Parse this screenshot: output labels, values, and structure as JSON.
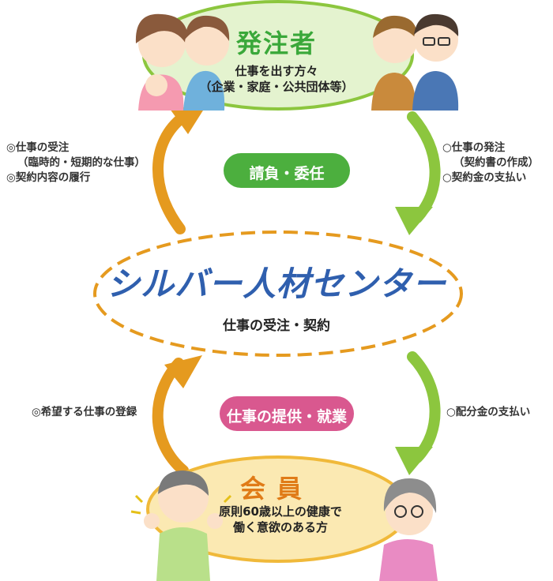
{
  "orderer": {
    "title": "発注者",
    "description_line1": "仕事を出す方々",
    "description_line2": "（企業・家庭・公共団体等）"
  },
  "center": {
    "title": "シルバー人材センター",
    "subtitle": "仕事の受注・契約"
  },
  "member": {
    "title": "会員",
    "description_line1": "原則60歳以上の健康で",
    "description_line2": "働く意欲のある方"
  },
  "relations": {
    "top": "請負・委任",
    "bottom": "仕事の提供・就業"
  },
  "notes": {
    "left_top": {
      "line1": "◎仕事の受注",
      "line2": "（臨時的・短期的な仕事）",
      "line3": "◎契約内容の履行"
    },
    "right_top": {
      "line1": "○仕事の発注",
      "line2": "（契約書の作成）",
      "line3": "○契約金の支払い"
    },
    "left_bottom": "◎希望する仕事の登録",
    "right_bottom": "○配分金の支払い"
  },
  "colors": {
    "orderer_fill": "#e4f3cf",
    "orderer_border": "#8cc63e",
    "green_arrow": "#8cc63e",
    "orange_arrow": "#e59a1f",
    "center_dash": "#e59a1f",
    "center_title": "#2f5fae",
    "pill_green": "#4caf3e",
    "pill_pink": "#d9588f",
    "member_fill": "#fbe9b2",
    "member_border": "#f0b93a"
  }
}
